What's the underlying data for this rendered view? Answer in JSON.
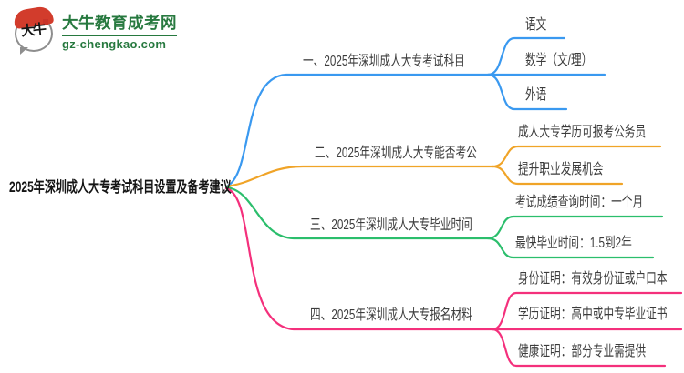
{
  "logo": {
    "icon_chars": "大牛",
    "site_name": "大牛教育成考网",
    "site_url": "gz-chengkao.com",
    "brand_green": "#27793f",
    "brand_red": "#d23c2c"
  },
  "root": {
    "label": "2025年深圳成人大专考试科目设置及备考建议"
  },
  "branches": [
    {
      "label": "一、2025年深圳成人大专考试科目",
      "color": "#3a99f0",
      "children": [
        {
          "label": "语文"
        },
        {
          "label": "数学（文/理）"
        },
        {
          "label": "外语"
        }
      ]
    },
    {
      "label": "二、2025年深圳成人大专能否考公",
      "color": "#f0a428",
      "children": [
        {
          "label": "成人大专学历可报考公务员"
        },
        {
          "label": "提升职业发展机会"
        }
      ]
    },
    {
      "label": "三、2025年深圳成人大专毕业时间",
      "color": "#2bbe6c",
      "children": [
        {
          "label": "考试成绩查询时间：一个月"
        },
        {
          "label": "最快毕业时间：1.5到2年"
        }
      ]
    },
    {
      "label": "四、2025年深圳成人大专报名材料",
      "color": "#f4307c",
      "children": [
        {
          "label": "身份证明：有效身份证或户口本"
        },
        {
          "label": "学历证明：高中或中专毕业证书"
        },
        {
          "label": "健康证明：部分专业需提供"
        }
      ]
    }
  ]
}
